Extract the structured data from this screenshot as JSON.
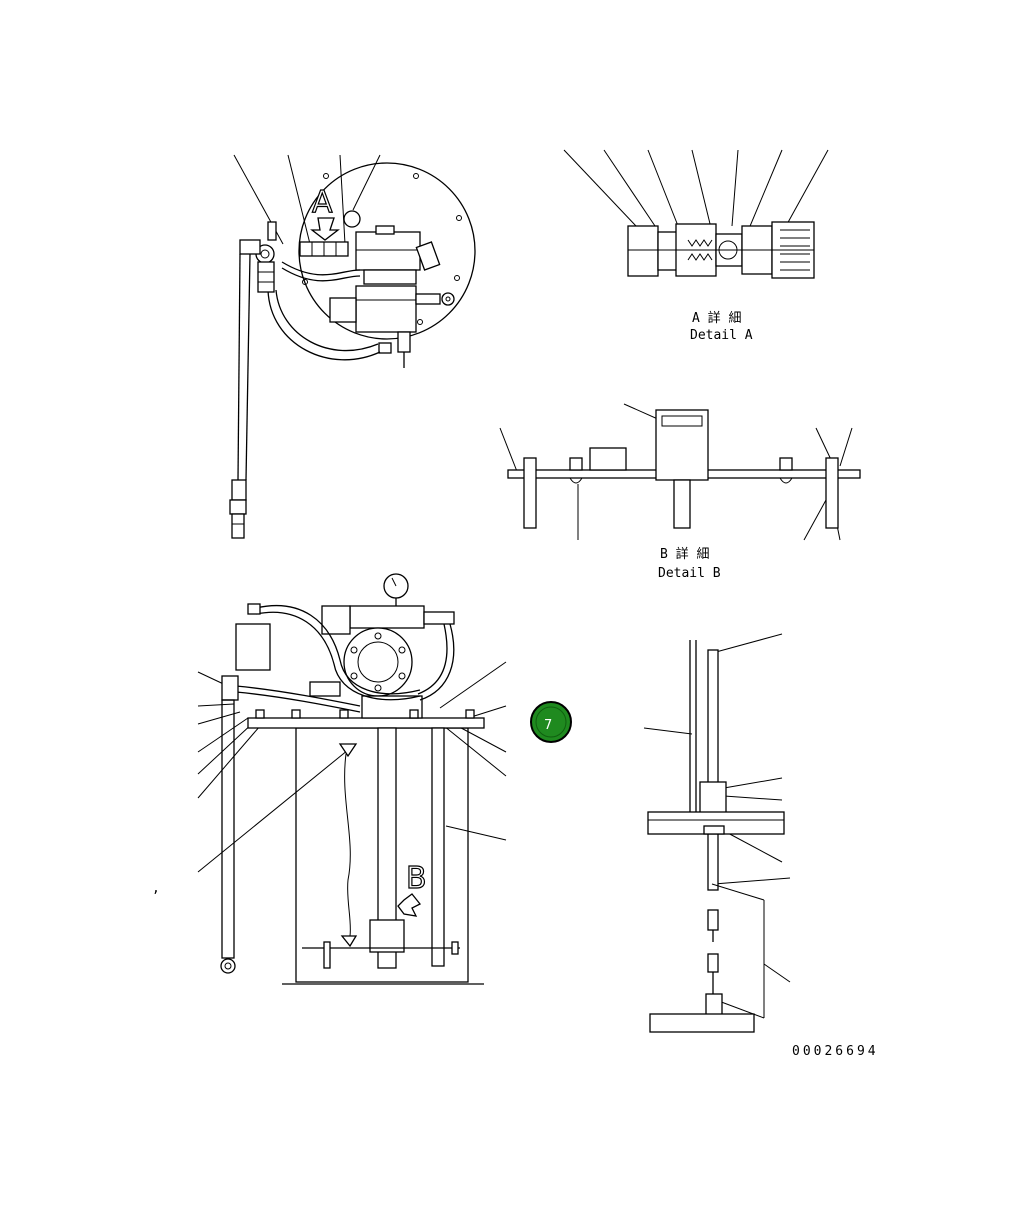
{
  "views": {
    "callout_a": "A",
    "callout_b": "B"
  },
  "details": {
    "a_jp": "A 詳 細",
    "a_en": "Detail A",
    "b_jp": "B 詳 細",
    "b_en": "Detail B"
  },
  "page_badge": "7",
  "drawing_number": "00026694",
  "stray_mark": ","
}
